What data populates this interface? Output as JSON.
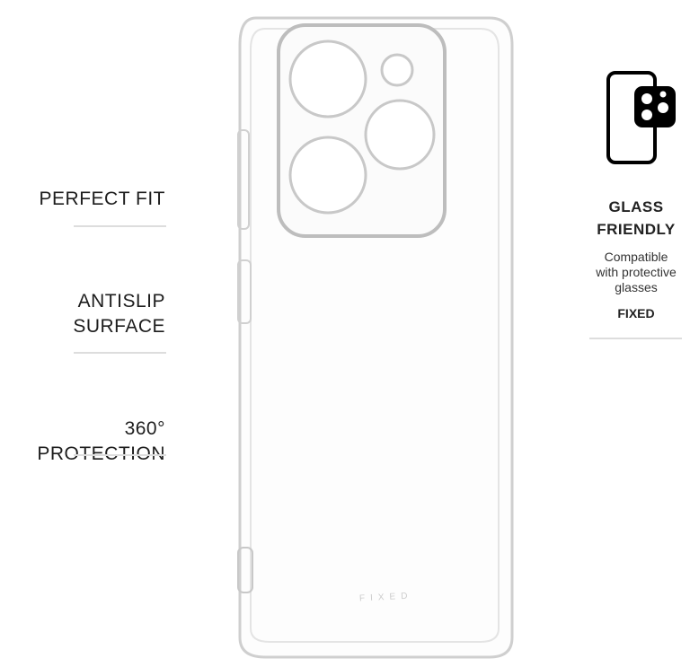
{
  "features": [
    {
      "lines": [
        "PERFECT FIT"
      ]
    },
    {
      "lines": [
        "ANTISLIP",
        "SURFACE"
      ]
    },
    {
      "lines": [
        "360° PROTECTION"
      ]
    }
  ],
  "badge": {
    "icon": "phone-with-camera-glass-icon",
    "title_lines": [
      "GLASS",
      "FRIENDLY"
    ],
    "description_lines": [
      "Compatible",
      "with protective",
      "glasses"
    ],
    "brand": "FIXED"
  },
  "case_logo": "FIXED"
}
